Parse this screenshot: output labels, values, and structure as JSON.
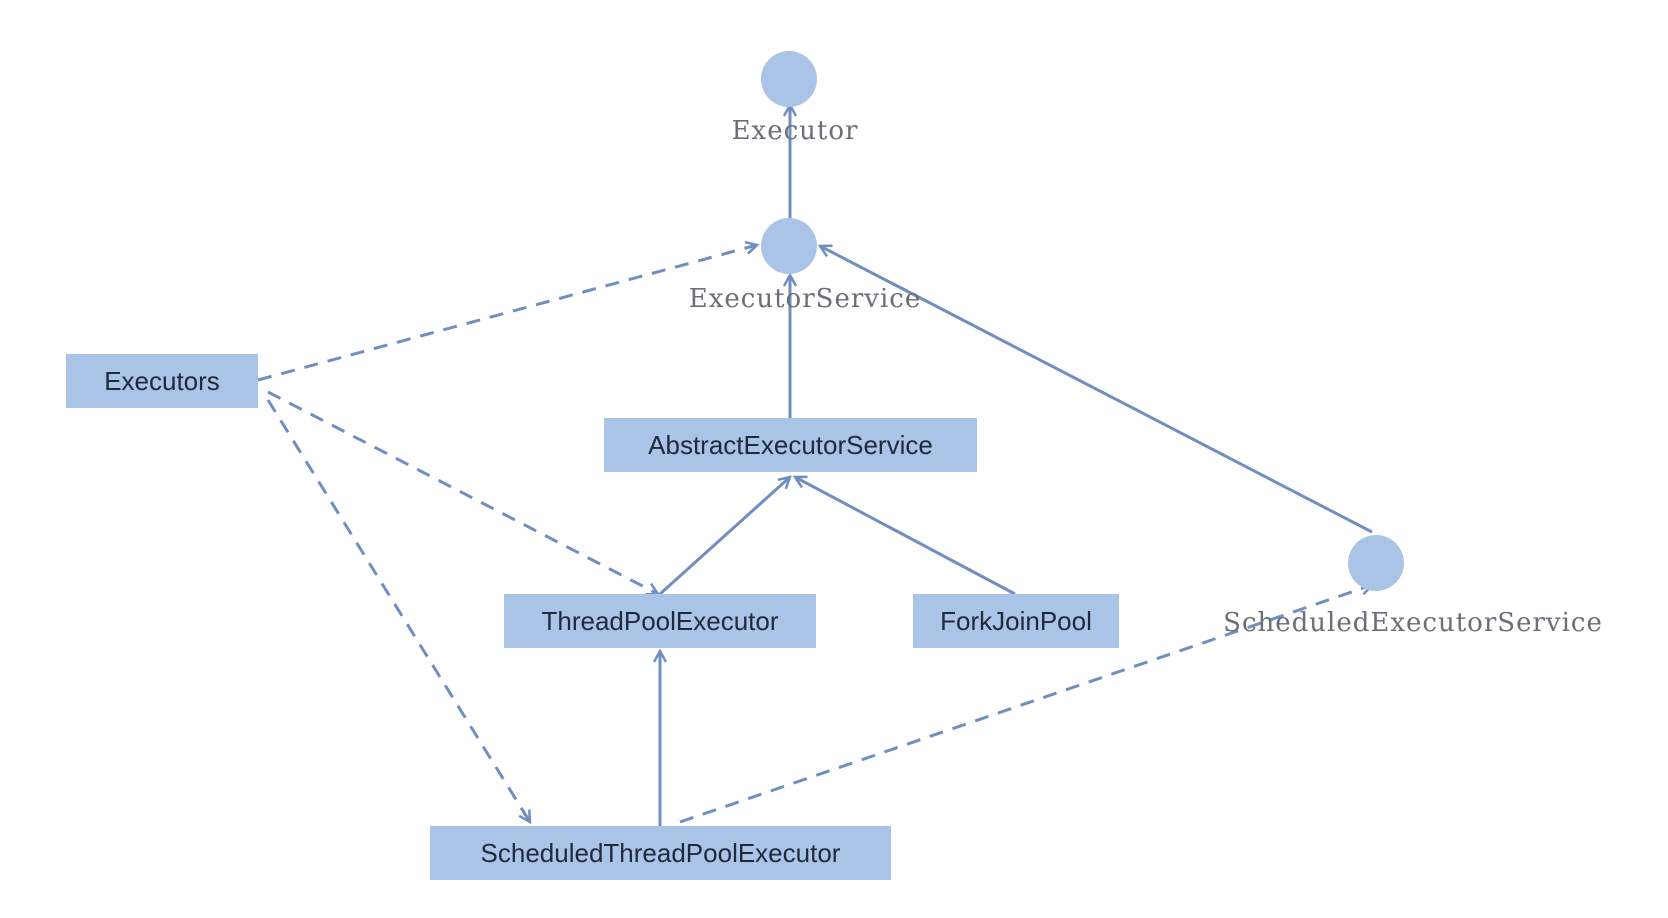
{
  "diagram": {
    "interfaces": {
      "executor": "Executor",
      "executor_service": "ExecutorService",
      "scheduled_executor_service": "ScheduledExecutorService"
    },
    "classes": {
      "executors": "Executors",
      "abstract_executor_service": "AbstractExecutorService",
      "thread_pool_executor": "ThreadPoolExecutor",
      "fork_join_pool": "ForkJoinPool",
      "scheduled_thread_pool_executor": "ScheduledThreadPoolExecutor"
    }
  },
  "colors": {
    "node_fill": "#a9c4e6",
    "edge": "#6f8fc0",
    "interface_label": "#6b6f75",
    "class_text": "#1f2a3a"
  }
}
